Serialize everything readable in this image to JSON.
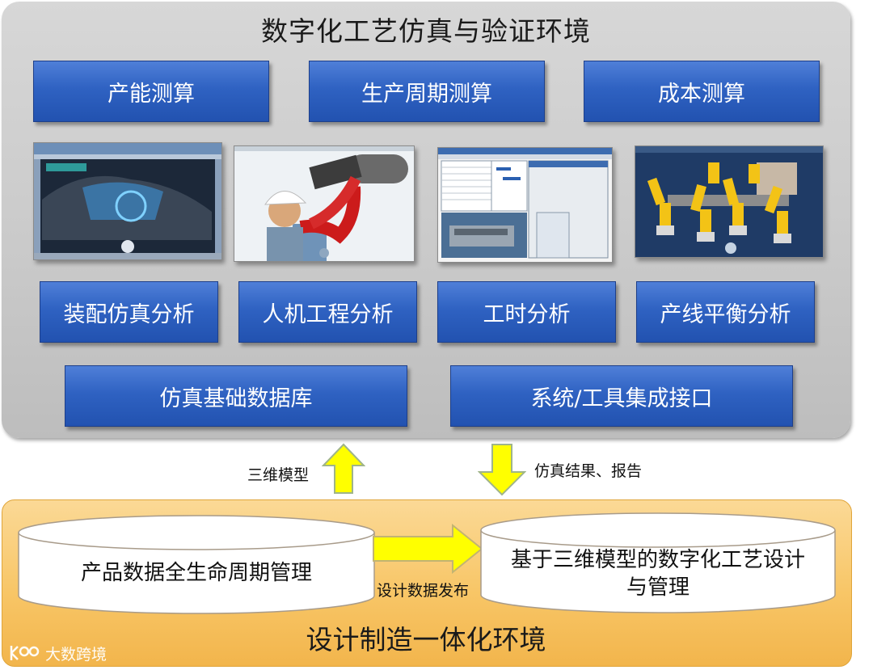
{
  "top_panel": {
    "title": "数字化工艺仿真与验证环境",
    "calc_buttons": [
      "产能测算",
      "生产周期测算",
      "成本测算"
    ],
    "analysis_buttons": [
      "装配仿真分析",
      "人机工程分析",
      "工时分析",
      "产线平衡分析"
    ],
    "base_buttons": [
      "仿真基础数据库",
      "系统/工具集成接口"
    ]
  },
  "thumbnails": [
    "assembly-simulation-screenshot",
    "ergonomics-worker-screenshot",
    "time-study-screenshot",
    "robot-line-screenshot"
  ],
  "arrows": {
    "up_label": "三维模型",
    "down_label": "仿真结果、报告",
    "right_label": "设计数据发布"
  },
  "bottom_panel": {
    "title": "设计制造一体化环境",
    "left_cylinder": "产品数据全生命周期管理",
    "right_cylinder_line1": "基于三维模型的数字化工艺设计",
    "right_cylinder_line2": "与管理"
  },
  "watermark": {
    "text": "大数跨境"
  },
  "colors": {
    "button_blue": "#2f62c2",
    "arrow_yellow": "#ffff00",
    "bottom_orange": "#f8c667",
    "panel_gray": "#cfcfcf"
  }
}
